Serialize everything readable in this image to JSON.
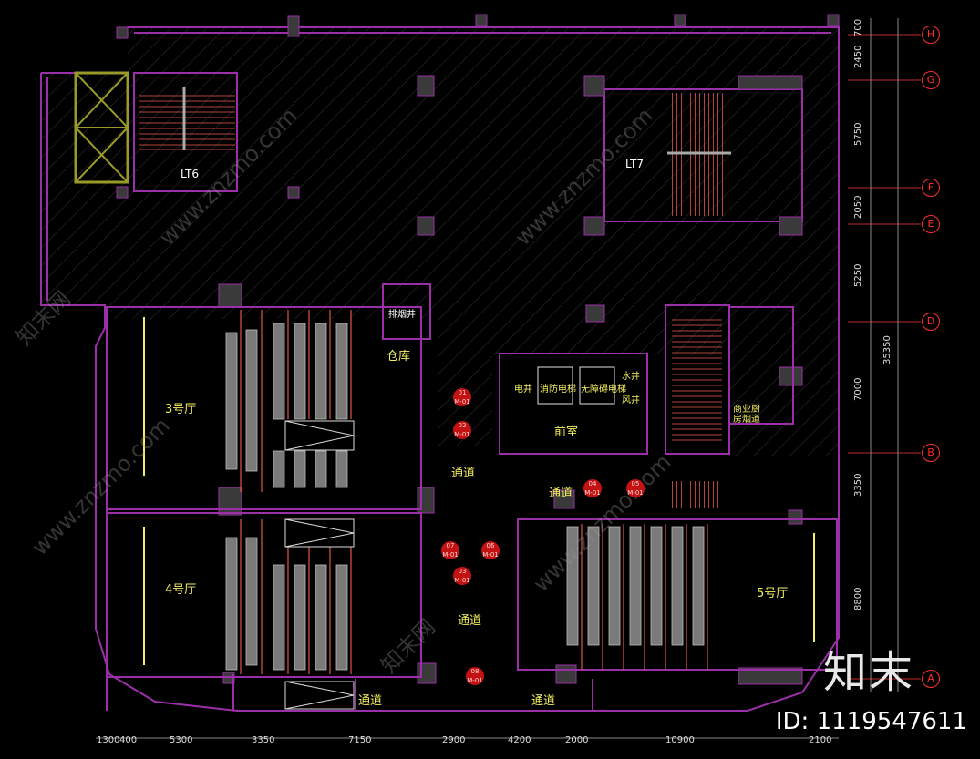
{
  "rooms": {
    "lt6": "LT6",
    "lt7": "LT7",
    "hall3": "3号厅",
    "hall4": "4号厅",
    "hall5": "5号厅",
    "smoke_shaft": "排烟井",
    "storage": "仓库",
    "passage": "通道",
    "front_room": "前室",
    "elec_shaft": "电井",
    "fire_elevator": "消防电梯",
    "accessible_elevator": "无障碍电梯",
    "water_shaft": "水井",
    "air_shaft": "风井",
    "commercial_duct": "商业厨房烟道"
  },
  "tags": [
    {
      "num": "01",
      "code": "M-01"
    },
    {
      "num": "02",
      "code": "M-01"
    },
    {
      "num": "03",
      "code": "M-01"
    },
    {
      "num": "04",
      "code": "M-01"
    },
    {
      "num": "05",
      "code": "M-01"
    },
    {
      "num": "06",
      "code": "M-01"
    },
    {
      "num": "07",
      "code": "M-01"
    },
    {
      "num": "08",
      "code": "M-01"
    }
  ],
  "axes": [
    "H",
    "G",
    "F",
    "E",
    "D",
    "B",
    "A"
  ],
  "dims_vertical": [
    "700",
    "2450",
    "5750",
    "2050",
    "5250",
    "7000",
    "3350",
    "8800",
    "35350"
  ],
  "dims_horizontal": [
    "1300",
    "400",
    "5300",
    "3350",
    "7150",
    "2900",
    "4200",
    "2000",
    "10900",
    "2100"
  ],
  "watermark": {
    "logo": "知末",
    "id": "ID: 1119547611",
    "site": "www.znzmo.com",
    "site_short": "知末网"
  },
  "colors": {
    "wall": "#9a2fa8",
    "room_label": "#f4ef62",
    "axis": "#ff2e2e",
    "seat": "#bdbdbd",
    "hatch": "#2b2b2b"
  }
}
